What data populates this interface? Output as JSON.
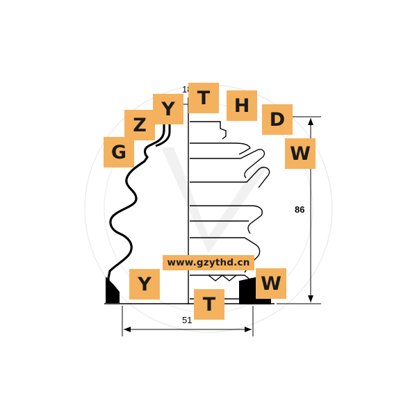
{
  "drawing": {
    "dimensions": {
      "top": "18",
      "height": "86",
      "width": "51"
    }
  },
  "watermark": {
    "letters": {
      "g": "G",
      "z": "Z",
      "y_top": "Y",
      "t_top": "T",
      "h": "H",
      "d": "D",
      "w_top": "W",
      "y_bottom": "Y",
      "w_bottom": "W",
      "t_bottom": "T"
    },
    "url": "www.gzythd.cn",
    "tile_color": "#f4b25f"
  }
}
